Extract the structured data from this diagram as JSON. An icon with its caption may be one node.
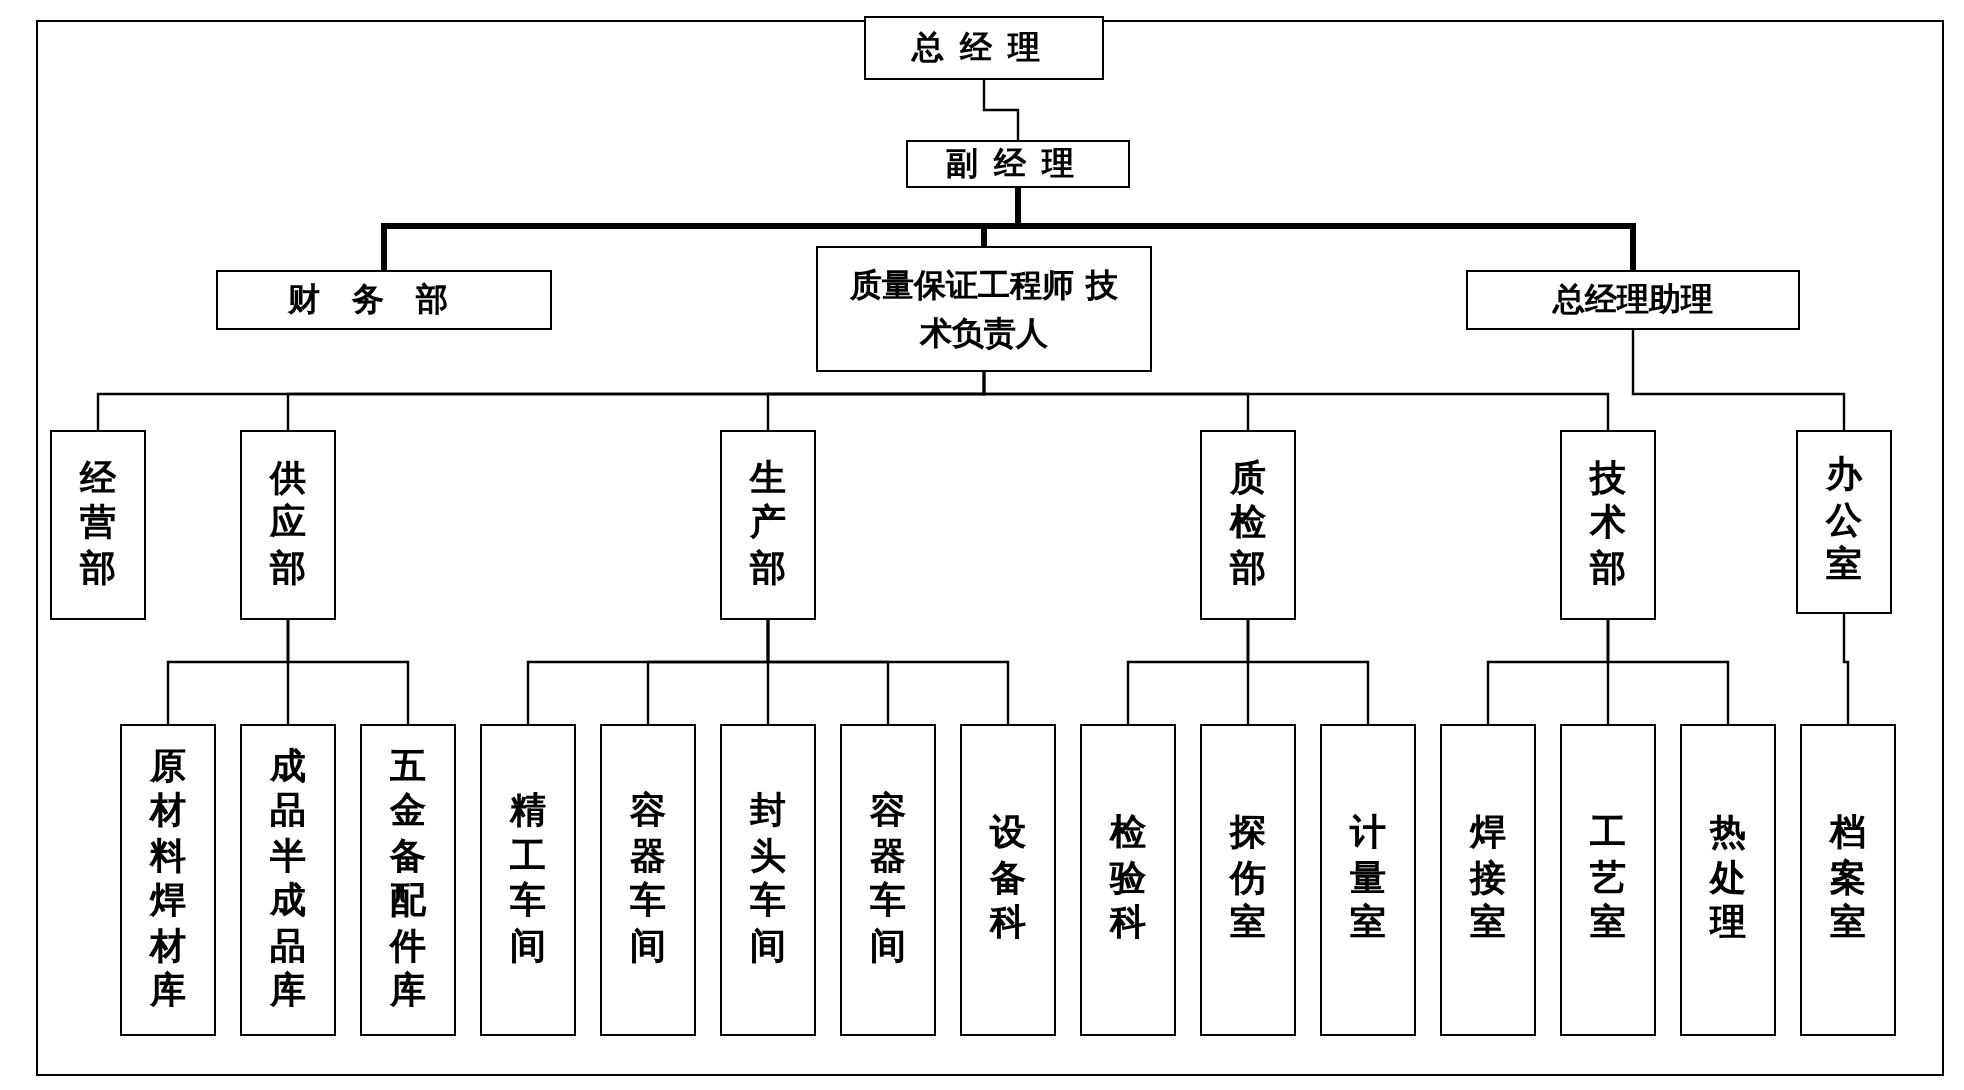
{
  "diagram": {
    "nodes": [
      {
        "text": [
          "总经理"
        ]
      },
      {
        "text": [
          "副经理"
        ]
      },
      {
        "text": [
          "财务部"
        ]
      },
      {
        "text": [
          "质量保证工程师 技术负责人"
        ]
      },
      {
        "text": [
          "总经理助理"
        ]
      },
      {
        "text": [
          "经营部"
        ]
      },
      {
        "text": [
          "供应部"
        ]
      },
      {
        "text": [
          "生产部"
        ]
      },
      {
        "text": [
          "质检部"
        ]
      },
      {
        "text": [
          "技术部"
        ]
      },
      {
        "text": [
          "办公室"
        ]
      },
      {
        "text": [
          "原材料焊材库"
        ]
      },
      {
        "text": [
          "成品半成品库"
        ]
      },
      {
        "text": [
          "五金备配件库"
        ]
      },
      {
        "text": [
          "精工车间"
        ]
      },
      {
        "text": [
          "容器车间"
        ]
      },
      {
        "text": [
          "封头车间"
        ]
      },
      {
        "text": [
          "容器车间"
        ]
      },
      {
        "text": [
          "设备科"
        ]
      },
      {
        "text": [
          "检验科"
        ]
      },
      {
        "text": [
          "探伤室"
        ]
      },
      {
        "text": [
          "计量室"
        ]
      },
      {
        "text": [
          "焊接室"
        ]
      },
      {
        "text": [
          "工艺室"
        ]
      },
      {
        "text": [
          "热处理"
        ]
      },
      {
        "text": [
          "档案室"
        ]
      }
    ],
    "edges": [
      {
        "from": 0,
        "to": 1,
        "arrow": "none"
      },
      {
        "from": 1,
        "to": 2,
        "arrow": "none",
        "style": "thick"
      },
      {
        "from": 1,
        "to": 3,
        "arrow": "none",
        "style": "thick"
      },
      {
        "from": 1,
        "to": 4,
        "arrow": "none",
        "style": "thick"
      },
      {
        "from": 3,
        "to": 5,
        "arrow": "none"
      },
      {
        "from": 3,
        "to": 6,
        "arrow": "none"
      },
      {
        "from": 3,
        "to": 7,
        "arrow": "none"
      },
      {
        "from": 3,
        "to": 8,
        "arrow": "none"
      },
      {
        "from": 3,
        "to": 9,
        "arrow": "none"
      },
      {
        "from": 4,
        "to": 10,
        "arrow": "none"
      },
      {
        "from": 6,
        "to": 11,
        "arrow": "none"
      },
      {
        "from": 6,
        "to": 12,
        "arrow": "none"
      },
      {
        "from": 6,
        "to": 13,
        "arrow": "none"
      },
      {
        "from": 7,
        "to": 14,
        "arrow": "none"
      },
      {
        "from": 7,
        "to": 15,
        "arrow": "none"
      },
      {
        "from": 7,
        "to": 16,
        "arrow": "none"
      },
      {
        "from": 7,
        "to": 17,
        "arrow": "none"
      },
      {
        "from": 7,
        "to": 18,
        "arrow": "none"
      },
      {
        "from": 8,
        "to": 19,
        "arrow": "none"
      },
      {
        "from": 8,
        "to": 20,
        "arrow": "none"
      },
      {
        "from": 8,
        "to": 21,
        "arrow": "none"
      },
      {
        "from": 9,
        "to": 22,
        "arrow": "none"
      },
      {
        "from": 9,
        "to": 23,
        "arrow": "none"
      },
      {
        "from": 9,
        "to": 24,
        "arrow": "none"
      },
      {
        "from": 10,
        "to": 25,
        "arrow": "none"
      }
    ]
  }
}
